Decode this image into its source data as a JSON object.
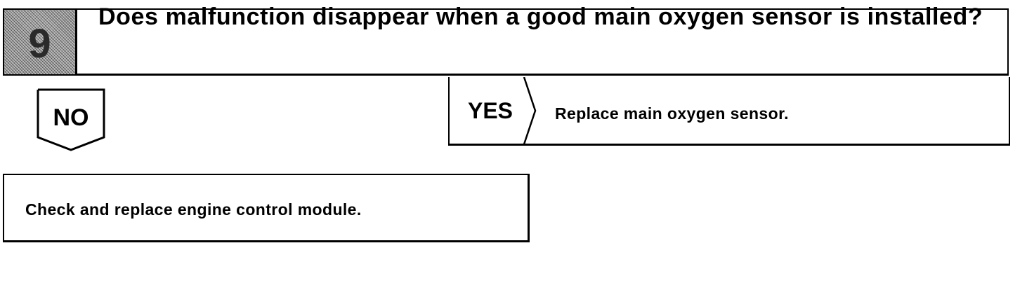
{
  "step": {
    "number": "9",
    "question": "Does malfunction disappear when a good main oxygen sensor is installed?"
  },
  "branches": {
    "no_label": "NO",
    "yes_label": "YES",
    "yes_action": "Replace main oxygen sensor.",
    "no_action": "Check and replace engine control module."
  }
}
